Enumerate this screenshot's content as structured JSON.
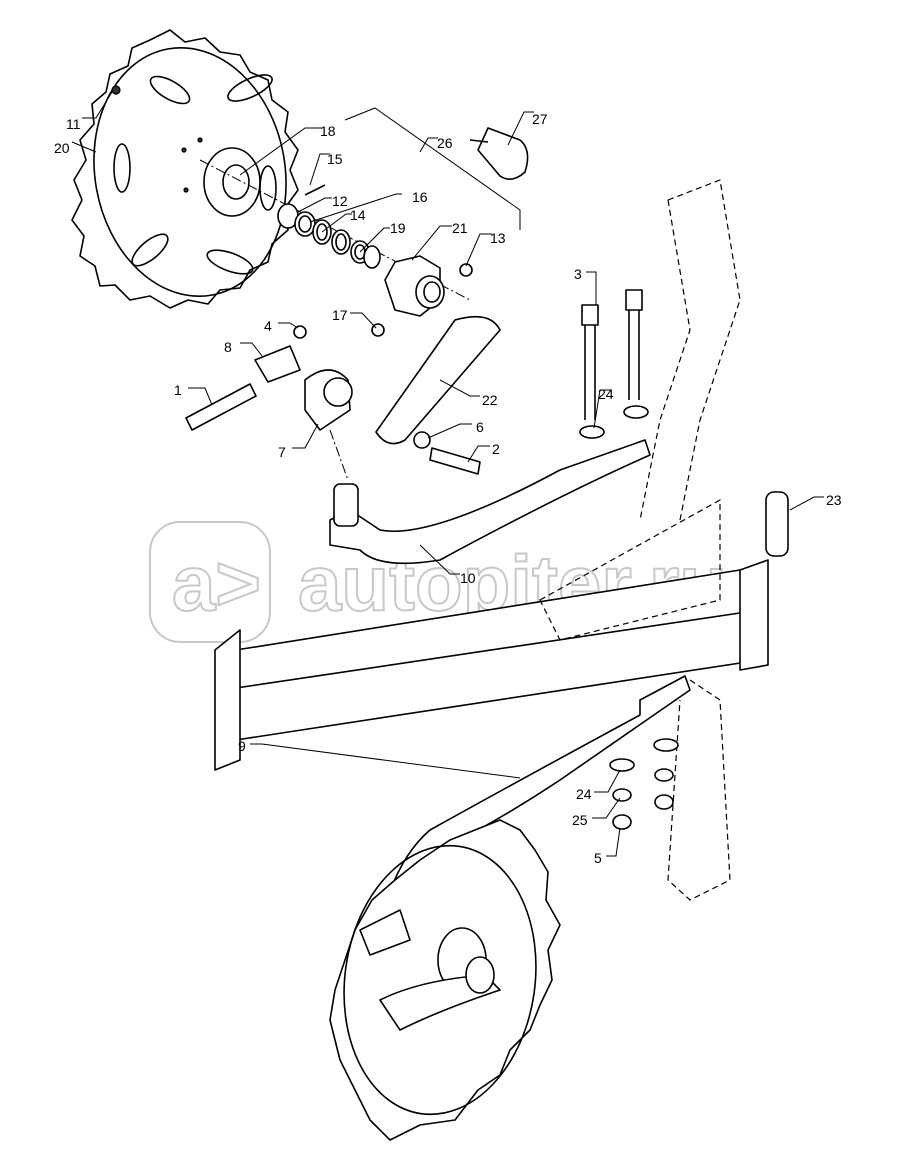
{
  "watermark": {
    "text": "autopiter.ru",
    "logo": "a>"
  },
  "callouts": {
    "c11": "11",
    "c20": "20",
    "c18": "18",
    "c26": "26",
    "c27": "27",
    "c15": "15",
    "c16": "16",
    "c12": "12",
    "c14": "14",
    "c19": "19",
    "c21": "21",
    "c13": "13",
    "c17": "17",
    "c4": "4",
    "c8": "8",
    "c22": "22",
    "c1": "1",
    "c6": "6",
    "c2": "2",
    "c7": "7",
    "c3": "3",
    "c24a": "24",
    "c23": "23",
    "c10": "10",
    "c9": "9",
    "c24b": "24",
    "c25": "25",
    "c5": "5"
  }
}
